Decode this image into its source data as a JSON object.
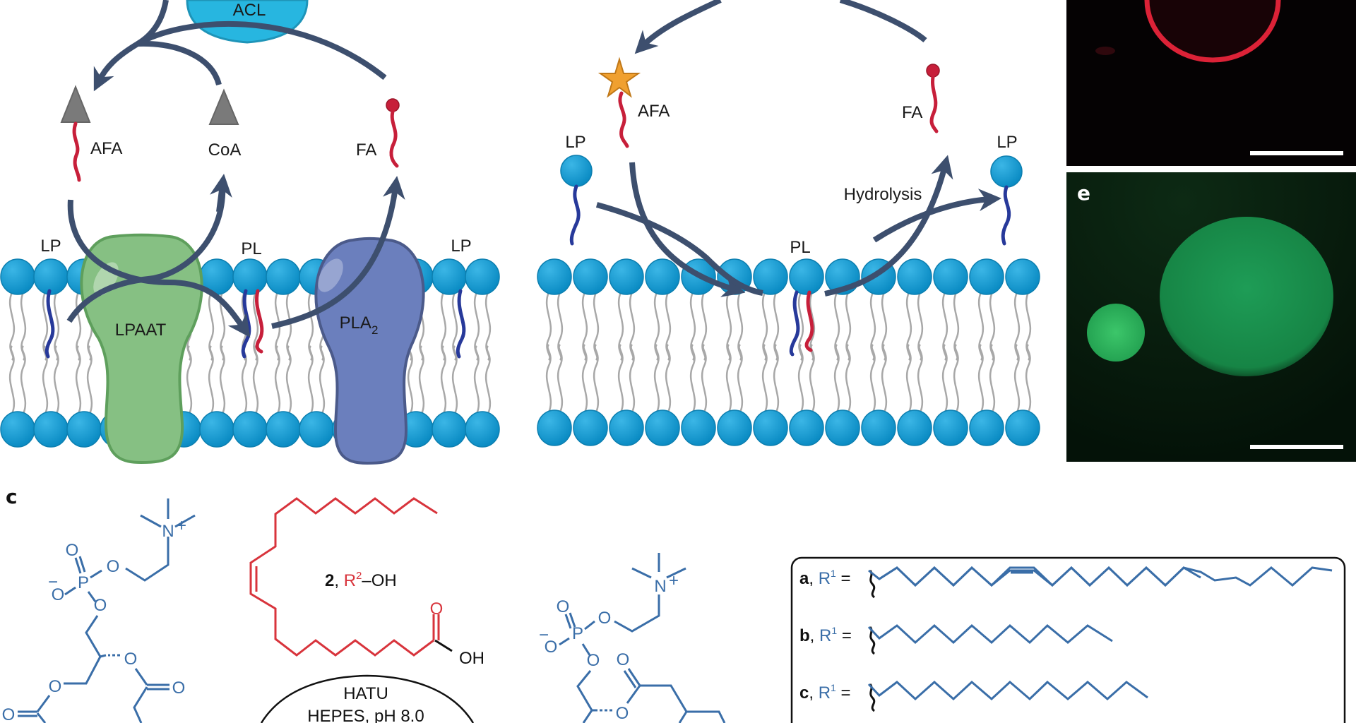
{
  "panel_a": {
    "enzymes": {
      "acl": "ACL",
      "lpaat": "LPAAT",
      "pla2": "PLA",
      "pla2_sub": "2"
    },
    "molecules": {
      "afa": "AFA",
      "coa": "CoA",
      "fa": "FA"
    },
    "membrane_labels": {
      "lp_left": "LP",
      "pl": "PL",
      "lp_right": "LP"
    }
  },
  "panel_b": {
    "molecules": {
      "afa": "AFA",
      "fa": "FA"
    },
    "labels": {
      "lp_left": "LP",
      "lp_right": "LP",
      "pl": "PL",
      "hydrolysis": "Hydrolysis"
    }
  },
  "panel_d": {
    "letter": "",
    "description": "red fluorescent vesicle ring with scale bar"
  },
  "panel_e": {
    "letter": "e",
    "description": "green fluorescent vesicles with scale bar"
  },
  "panel_c": {
    "letter": "c",
    "reagent_label": {
      "number": "2",
      "sep": ", ",
      "r": "R",
      "r_sup": "2",
      "rest": "–OH"
    },
    "atoms": {
      "o": "O",
      "p": "P",
      "n": "N",
      "plus": "+",
      "minus": "−",
      "oh": "OH"
    },
    "conditions": {
      "line1": "HATU",
      "line2": "HEPES, pH 8.0"
    },
    "r1_box": {
      "rows": [
        {
          "letter": "a",
          "sep": ", ",
          "r": "R",
          "sup": "1",
          "eq": " ="
        },
        {
          "letter": "b",
          "sep": ", ",
          "r": "R",
          "sup": "1",
          "eq": " ="
        },
        {
          "letter": "c",
          "sep": ", ",
          "r": "R",
          "sup": "1",
          "eq": " ="
        }
      ]
    }
  },
  "colors": {
    "arrow": "#3d4f6e",
    "lipid_head": "#1597d0",
    "lpaat": "#86c083",
    "pla2": "#6b7fbd",
    "acl": "#27b6e0",
    "chem_blue": "#3a6ea8",
    "chem_red": "#d8343c",
    "fa_red": "#c71f3a",
    "lp_tail_blue": "#27399a",
    "afa_star": "#f0a030",
    "triangle_gray": "#7a7a7a"
  }
}
